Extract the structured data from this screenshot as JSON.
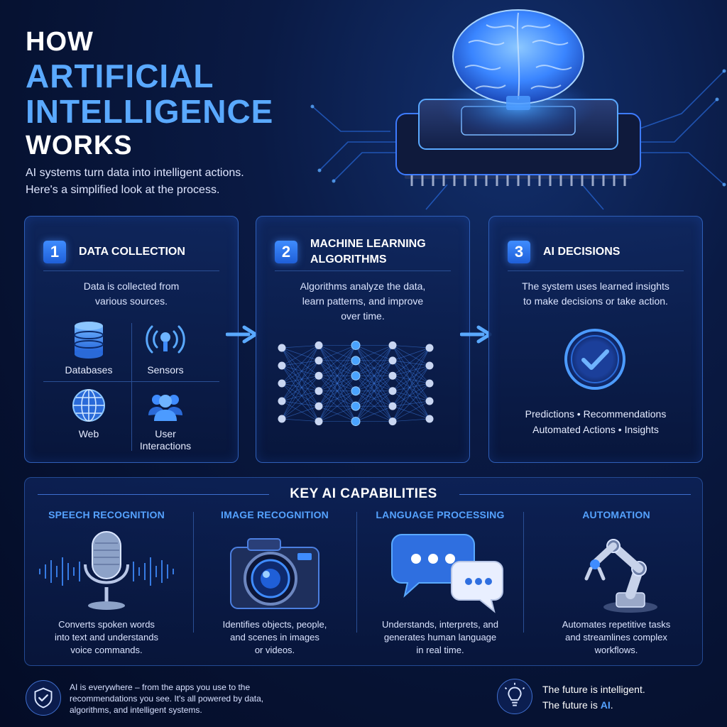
{
  "header": {
    "title_line1": "HOW",
    "title_line2": "ARTIFICIAL",
    "title_line3": "INTELLIGENCE",
    "title_line4": "WORKS",
    "intro_line1": "AI systems turn data into intelligent actions.",
    "intro_line2": "Here's a simplified look at the process."
  },
  "steps": [
    {
      "number": "1",
      "title": "DATA COLLECTION",
      "desc_line1": "Data is collected from",
      "desc_line2": "various sources.",
      "sources": [
        {
          "label": "Databases",
          "icon": "database-icon"
        },
        {
          "label": "Sensors",
          "icon": "sensor-icon"
        },
        {
          "label": "Web",
          "icon": "globe-icon"
        },
        {
          "label_line1": "User",
          "label_line2": "Interactions",
          "icon": "users-icon"
        }
      ]
    },
    {
      "number": "2",
      "title_line1": "MACHINE LEARNING",
      "title_line2": "ALGORITHMS",
      "desc_line1": "Algorithms analyze the data,",
      "desc_line2": "learn patterns, and improve",
      "desc_line3": "over time.",
      "icon": "neural-network-icon"
    },
    {
      "number": "3",
      "title": "AI DECISIONS",
      "desc_line1": "The system uses learned insights",
      "desc_line2": "to make decisions or take action.",
      "icon": "checkmark-icon",
      "outcomes_line1": "Predictions • Recommendations",
      "outcomes_line2": "Automated Actions • Insights"
    }
  ],
  "capabilities": {
    "title": "KEY AI CAPABILITIES",
    "items": [
      {
        "name": "SPEECH RECOGNITION",
        "icon": "microphone-icon",
        "desc_line1": "Converts spoken words",
        "desc_line2": "into text and understands",
        "desc_line3": "voice commands."
      },
      {
        "name": "IMAGE RECOGNITION",
        "icon": "camera-icon",
        "desc_line1": "Identifies objects, people,",
        "desc_line2": "and scenes in images",
        "desc_line3": "or videos."
      },
      {
        "name": "LANGUAGE PROCESSING",
        "icon": "chat-bubbles-icon",
        "desc_line1": "Understands, interprets, and",
        "desc_line2": "generates human language",
        "desc_line3": "in real time."
      },
      {
        "name": "AUTOMATION",
        "icon": "robot-arm-icon",
        "desc_line1": "Automates repetitive tasks",
        "desc_line2": "and streamlines complex",
        "desc_line3": "workflows."
      }
    ]
  },
  "footer": {
    "left_icon": "shield-check-icon",
    "left_line1": "AI is everywhere – from the apps you use to the",
    "left_line2": "recommendations you see. It's all powered by data,",
    "left_line3": "algorithms, and intelligent systems.",
    "right_icon": "lightbulb-icon",
    "right_line1": "The future is intelligent.",
    "right_line2_prefix": "The future is ",
    "right_line2_ai": "AI",
    "right_line2_suffix": "."
  },
  "colors": {
    "background": "#061232",
    "accent": "#5aa9ff",
    "card_border": "#2f5fb8",
    "primary_blue": "#2f7cff"
  }
}
